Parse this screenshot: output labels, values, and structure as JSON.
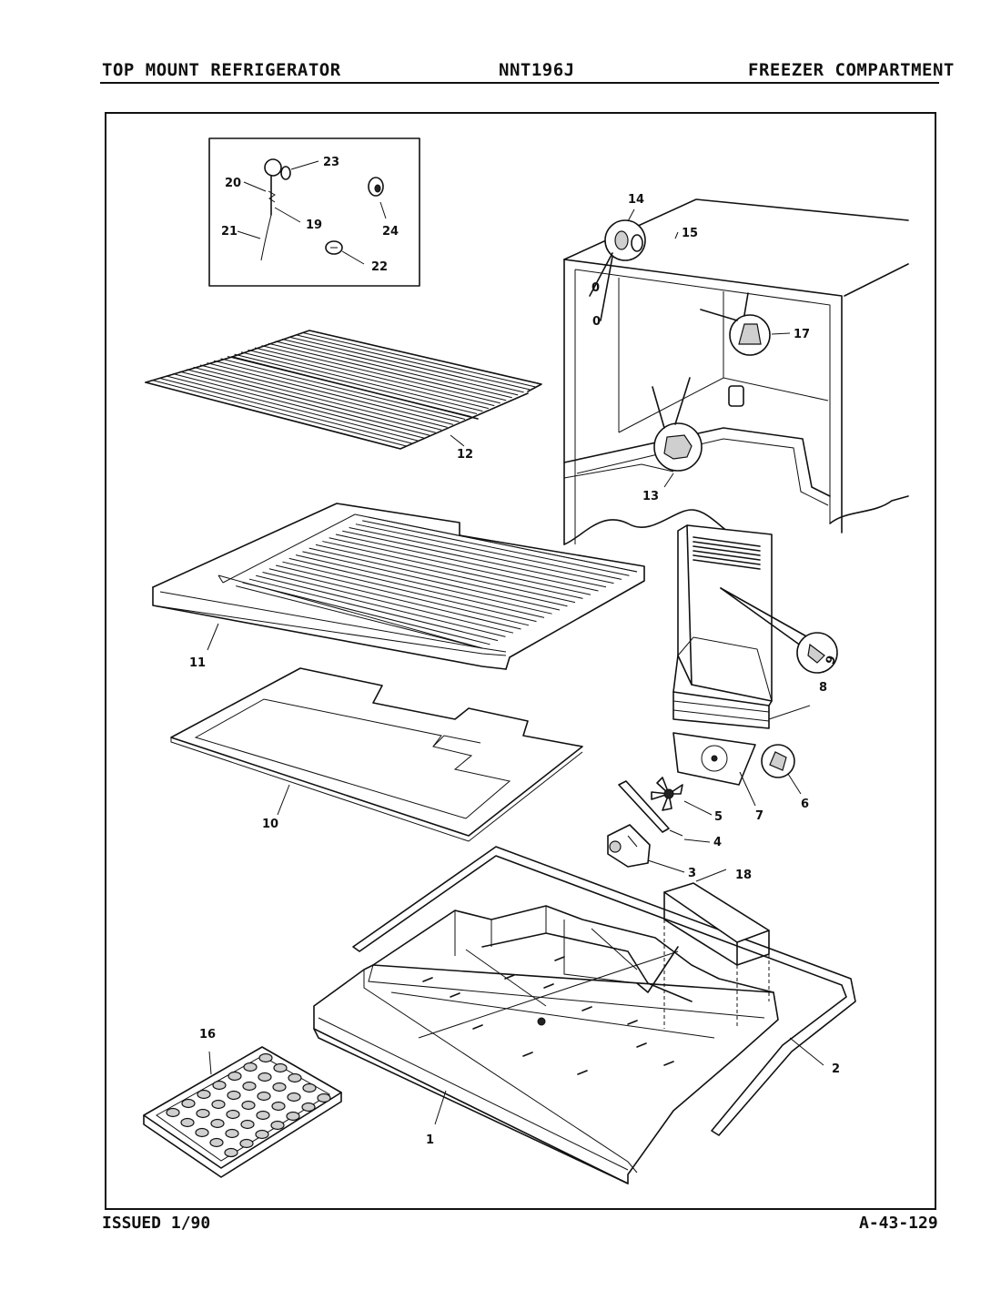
{
  "header": {
    "left": "TOP MOUNT REFRIGERATOR",
    "center": "NNT196J",
    "right": "FREEZER COMPARTMENT"
  },
  "footer": {
    "left": "ISSUED 1/90",
    "right": "A-43-129"
  },
  "callouts": {
    "p1": "1",
    "p2": "2",
    "p3": "3",
    "p4": "4",
    "p5": "5",
    "p6": "6",
    "p7": "7",
    "p8": "8",
    "p9": "9",
    "p10": "10",
    "p11": "11",
    "p12": "12",
    "p13": "13",
    "p14": "14",
    "p15": "15",
    "p16": "16",
    "p17": "17",
    "p18": "18",
    "p19": "19",
    "p20": "20",
    "p21": "21",
    "p22": "22",
    "p23": "23",
    "p24": "24",
    "zeroA": "0",
    "zeroB": "0"
  }
}
